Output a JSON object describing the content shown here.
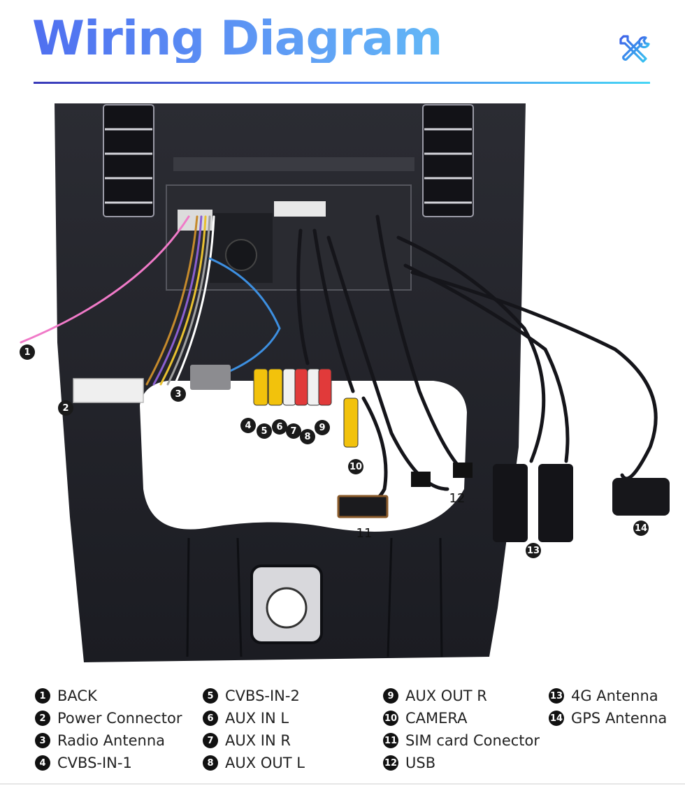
{
  "header": {
    "title": "Wiring Diagram",
    "icon": "tools-icon",
    "accent_start": "#4f6ff0",
    "accent_end": "#47d6f5"
  },
  "callouts": [
    "1",
    "2",
    "3",
    "4",
    "5",
    "6",
    "7",
    "8",
    "9",
    "10",
    "11",
    "12",
    "13",
    "14"
  ],
  "legend": {
    "columns": [
      [
        {
          "num": "1",
          "label": "BACK"
        },
        {
          "num": "2",
          "label": "Power Connector"
        },
        {
          "num": "3",
          "label": "Radio Antenna"
        },
        {
          "num": "4",
          "label": "CVBS-IN-1"
        }
      ],
      [
        {
          "num": "5",
          "label": "CVBS-IN-2"
        },
        {
          "num": "6",
          "label": "AUX IN L"
        },
        {
          "num": "7",
          "label": "AUX IN R"
        },
        {
          "num": "8",
          "label": "AUX OUT L"
        }
      ],
      [
        {
          "num": "9",
          "label": "AUX OUT R"
        },
        {
          "num": "10",
          "label": "CAMERA"
        },
        {
          "num": "11",
          "label": "SIM card Conector"
        },
        {
          "num": "12",
          "label": "USB"
        }
      ],
      [
        {
          "num": "13",
          "label": "4G Antenna"
        },
        {
          "num": "14",
          "label": "GPS Antenna"
        }
      ]
    ]
  }
}
